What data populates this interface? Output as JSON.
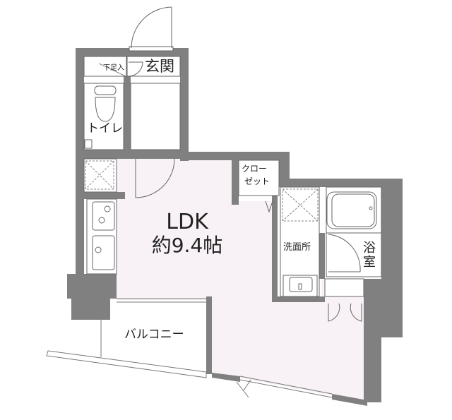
{
  "floor_plan": {
    "colors": {
      "wall": "#808080",
      "floor_ldk": "#f8f1f5",
      "floor_white": "#ffffff",
      "line": "#555555"
    },
    "rooms": {
      "ldk": {
        "name": "LDK",
        "area": "約9.4帖"
      },
      "entrance": {
        "name": "玄関"
      },
      "shoe_box": {
        "name": "下足入"
      },
      "toilet": {
        "name": "トイレ"
      },
      "closet": {
        "line1": "クロー",
        "line2": "ゼット"
      },
      "washroom": {
        "name": "洗面所"
      },
      "bathroom": {
        "line1": "浴",
        "line2": "室"
      },
      "balcony": {
        "name": "バルコニー"
      }
    }
  }
}
